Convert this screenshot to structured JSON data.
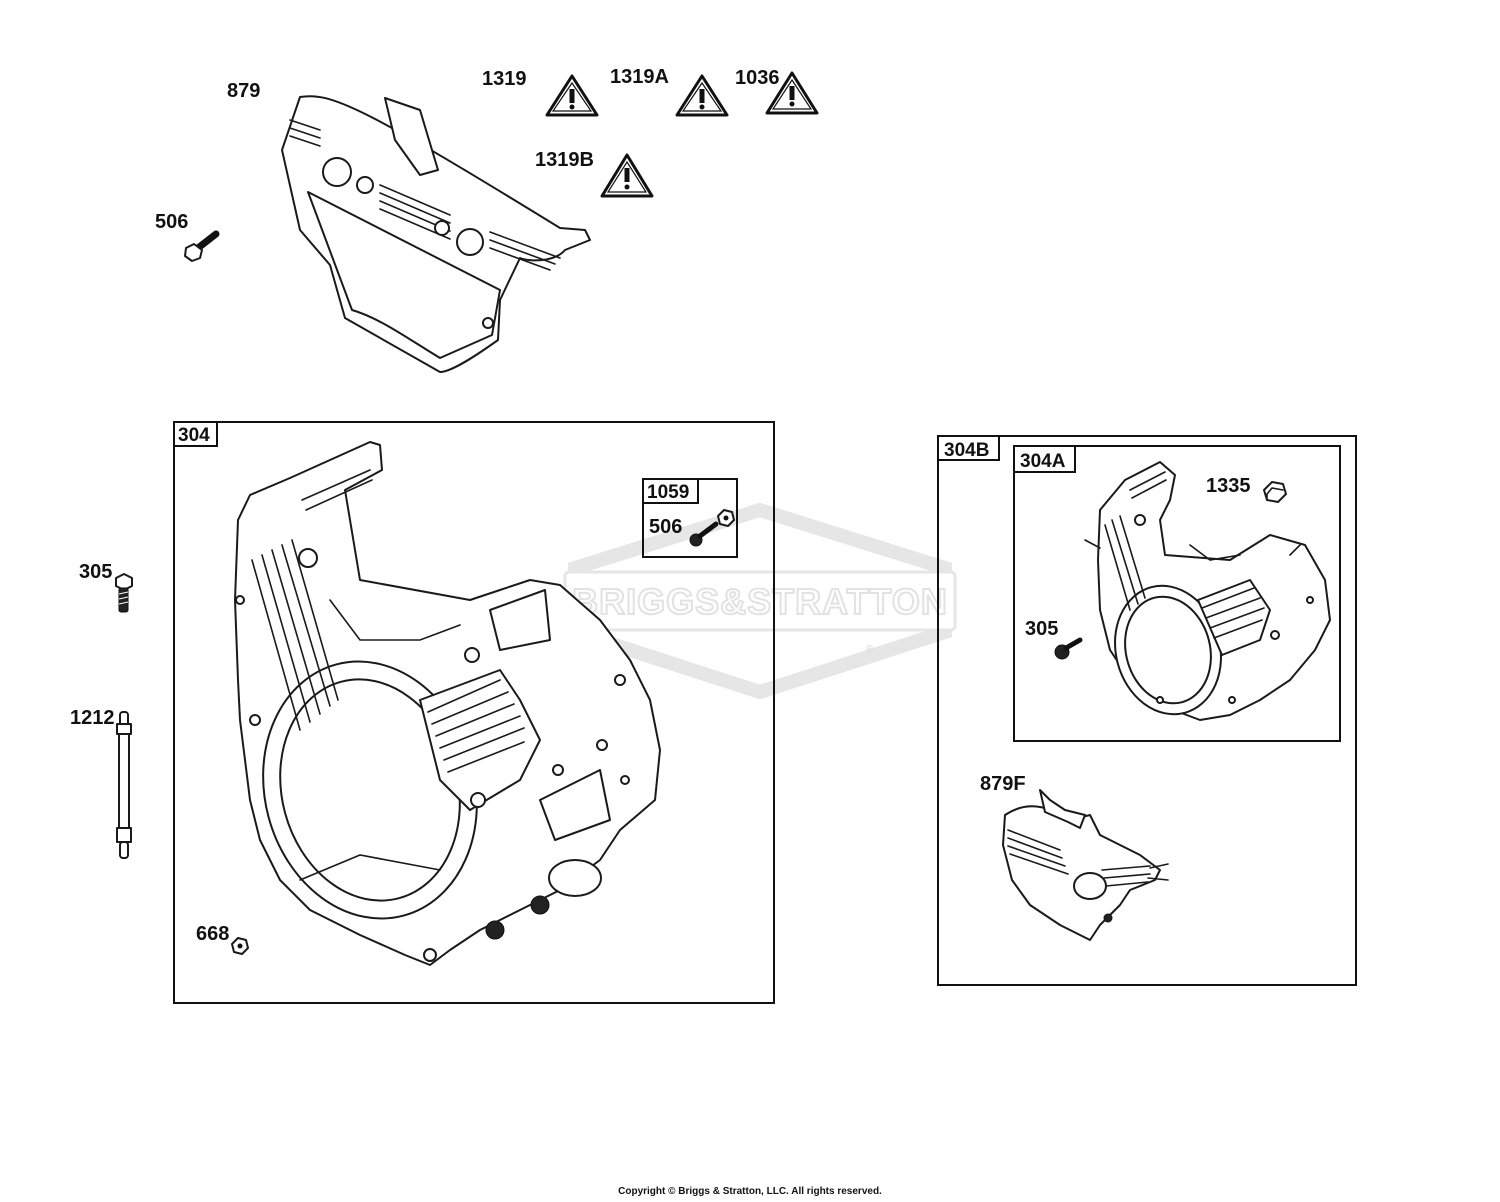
{
  "parts": {
    "p879": "879",
    "p506_top": "506",
    "p1319": "1319",
    "p1319A": "1319A",
    "p1036": "1036",
    "p1319B": "1319B",
    "p305_left": "305",
    "p1212": "1212",
    "p668": "668",
    "p506_kit": "506",
    "p1335": "1335",
    "p305_right": "305",
    "p879F": "879F"
  },
  "boxes": {
    "b304": "304",
    "b1059": "1059",
    "b304B": "304B",
    "b304A": "304A"
  },
  "watermark": {
    "text": "BRIGGS&STRATTON",
    "mark": "®"
  },
  "footer": {
    "copyright": "Copyright © Briggs & Stratton, LLC. All rights reserved."
  }
}
